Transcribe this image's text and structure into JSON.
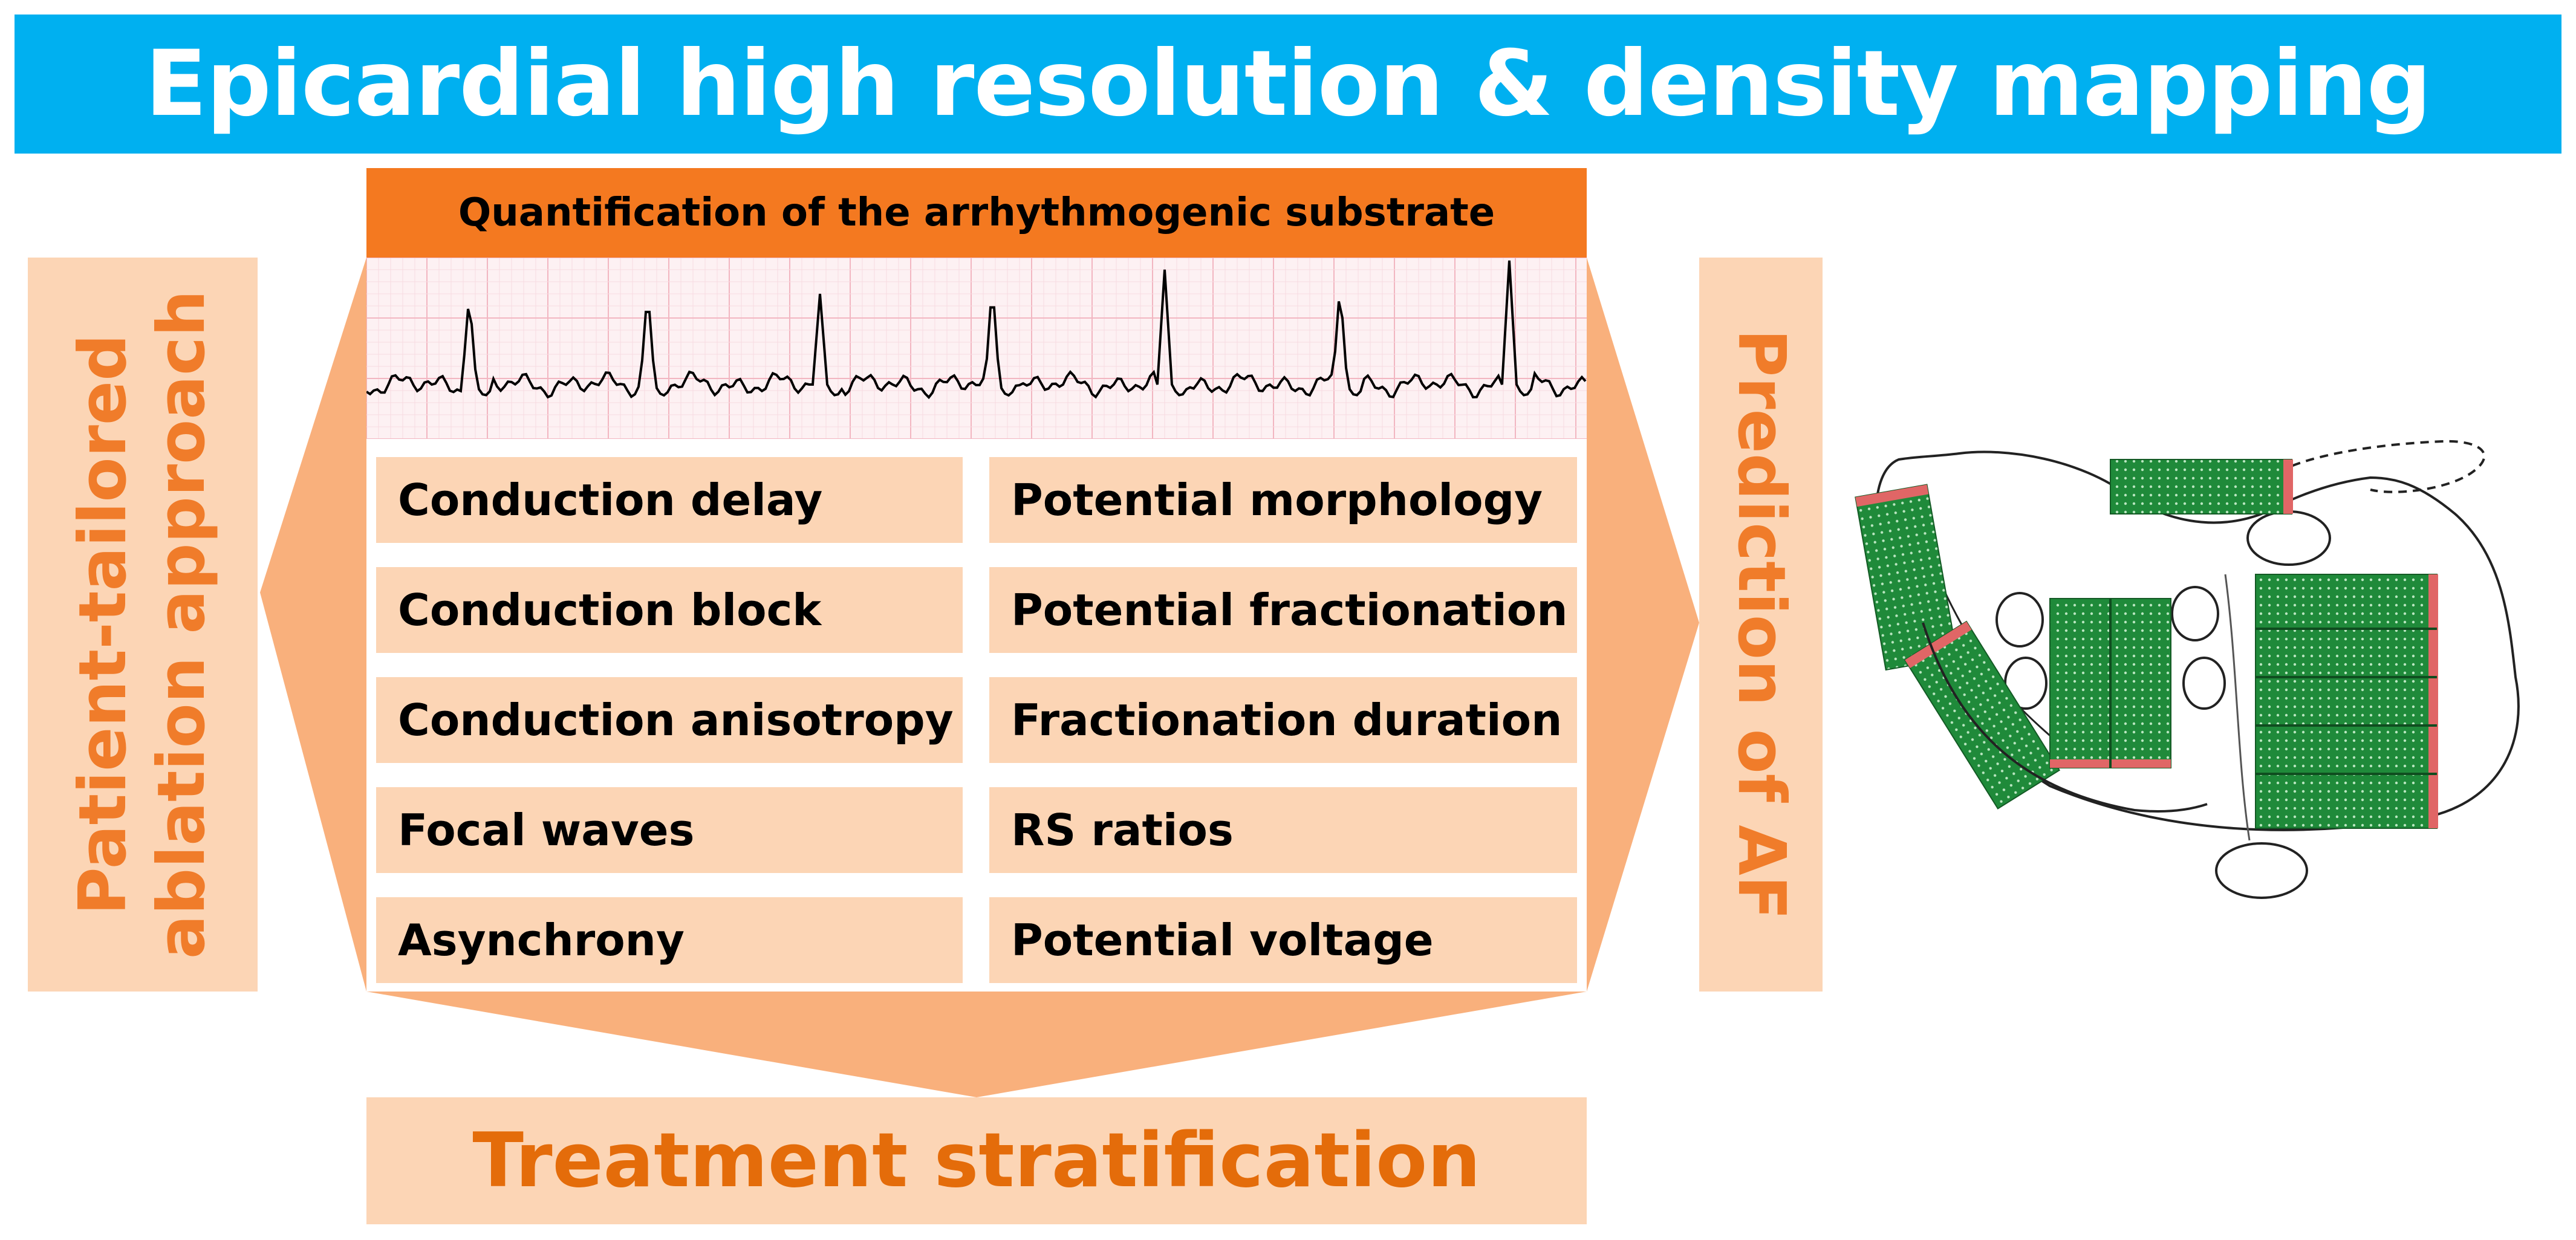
{
  "title": "Epicardial high resolution & density mapping",
  "quantification_header": "Quantification of the arrhythmogenic substrate",
  "left_label": [
    "Patient-tailored",
    "ablation approach"
  ],
  "right_label": "Prediction of AF",
  "bottom_label": "Treatment stratification",
  "parameters_left": [
    "Conduction delay",
    "Conduction block",
    "Conduction anisotropy",
    "Focal waves",
    "Asynchrony"
  ],
  "parameters_right": [
    "Potential morphology",
    "Potential fractionation",
    "Fractionation duration",
    "RS ratios",
    "Potential voltage"
  ],
  "colors": {
    "banner": "#00b0f0",
    "header_orange": "#f47920",
    "funnel_orange": "#f9b07c",
    "box_peach": "#fcd5b5",
    "label_orange": "#e46c0a",
    "electrode_green": "#1f8a3a",
    "electrode_edge": "#e06666"
  }
}
